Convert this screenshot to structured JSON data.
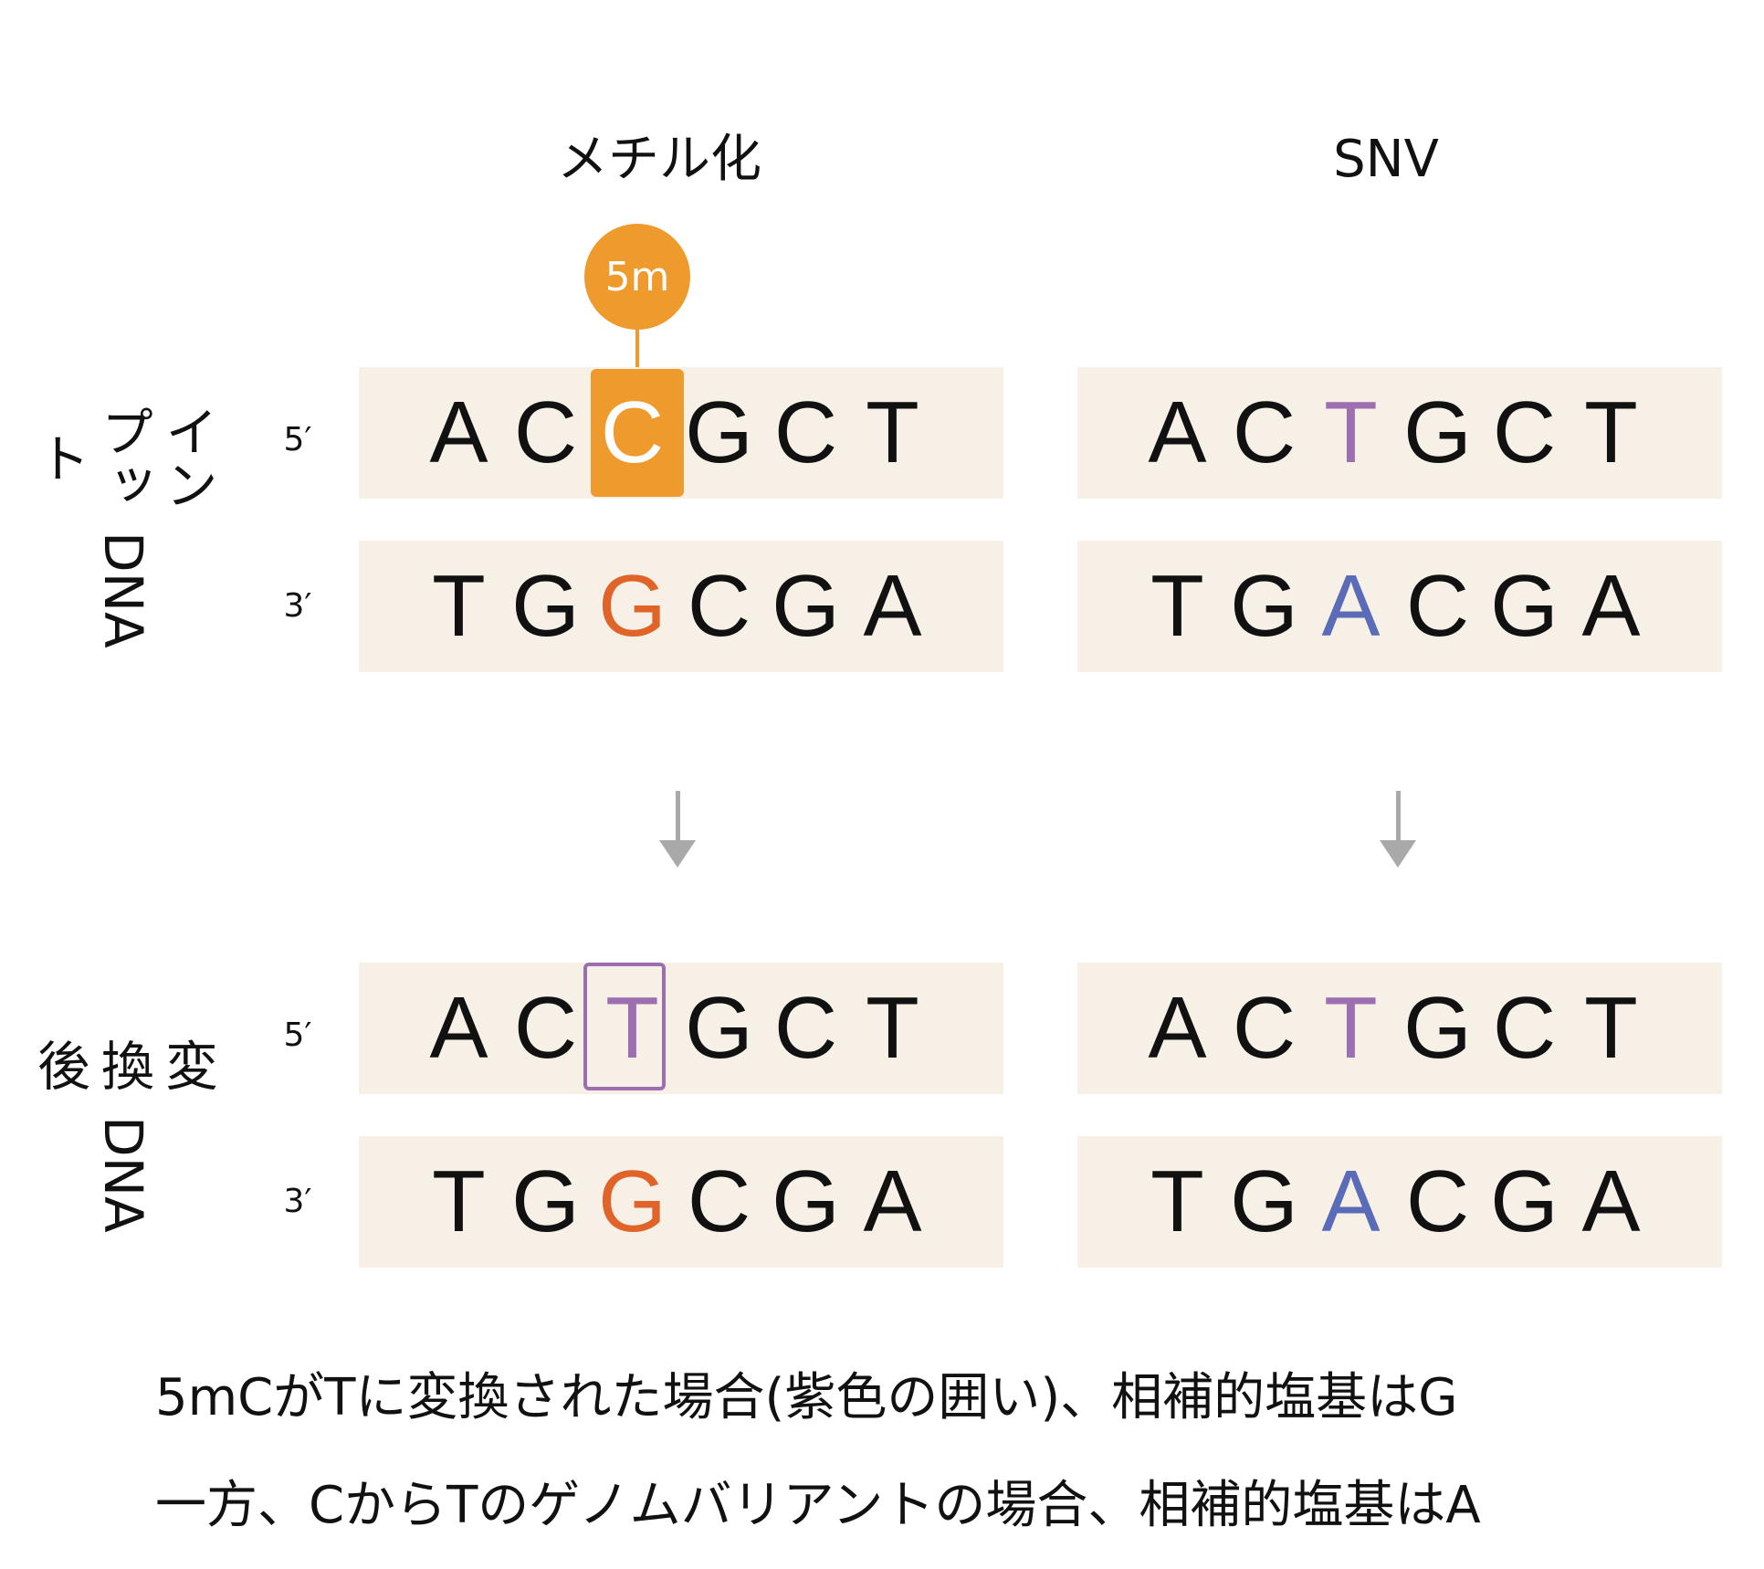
{
  "titles": {
    "methylation": "メチル化",
    "snv": "SNV"
  },
  "row_labels": {
    "input": [
      "インプット",
      "DNA"
    ],
    "converted": [
      "変換後",
      "DNA"
    ]
  },
  "strand_labels": {
    "five": "5′",
    "three": "3′"
  },
  "marker": {
    "label": "5m",
    "color": "#ef9a2c"
  },
  "strands": {
    "methyl_input_top": [
      "A",
      "C",
      "C",
      "G",
      "C",
      "T"
    ],
    "methyl_input_bottom": [
      "T",
      "G",
      "G",
      "C",
      "G",
      "A"
    ],
    "snv_input_top": [
      "A",
      "C",
      "T",
      "G",
      "C",
      "T"
    ],
    "snv_input_bottom": [
      "T",
      "G",
      "A",
      "C",
      "G",
      "A"
    ],
    "methyl_conv_top": [
      "A",
      "C",
      "T",
      "G",
      "C",
      "T"
    ],
    "methyl_conv_bottom": [
      "T",
      "G",
      "G",
      "C",
      "G",
      "A"
    ],
    "snv_conv_top": [
      "A",
      "C",
      "T",
      "G",
      "C",
      "T"
    ],
    "snv_conv_bottom": [
      "T",
      "G",
      "A",
      "C",
      "G",
      "A"
    ]
  },
  "colors": {
    "background": "#f6f0e6",
    "methyl_highlight": "#ef9a2c",
    "complement_g": "#e0642a",
    "variant_t": "#9d6fb1",
    "variant_a": "#5a6bb8",
    "arrow": "#a9a9a9"
  },
  "caption": {
    "line1": "5mCがTに変換された場合(紫色の囲い)、相補的塩基はG",
    "line2": "一方、CからTのゲノムバリアントの場合、相補的塩基はA"
  }
}
